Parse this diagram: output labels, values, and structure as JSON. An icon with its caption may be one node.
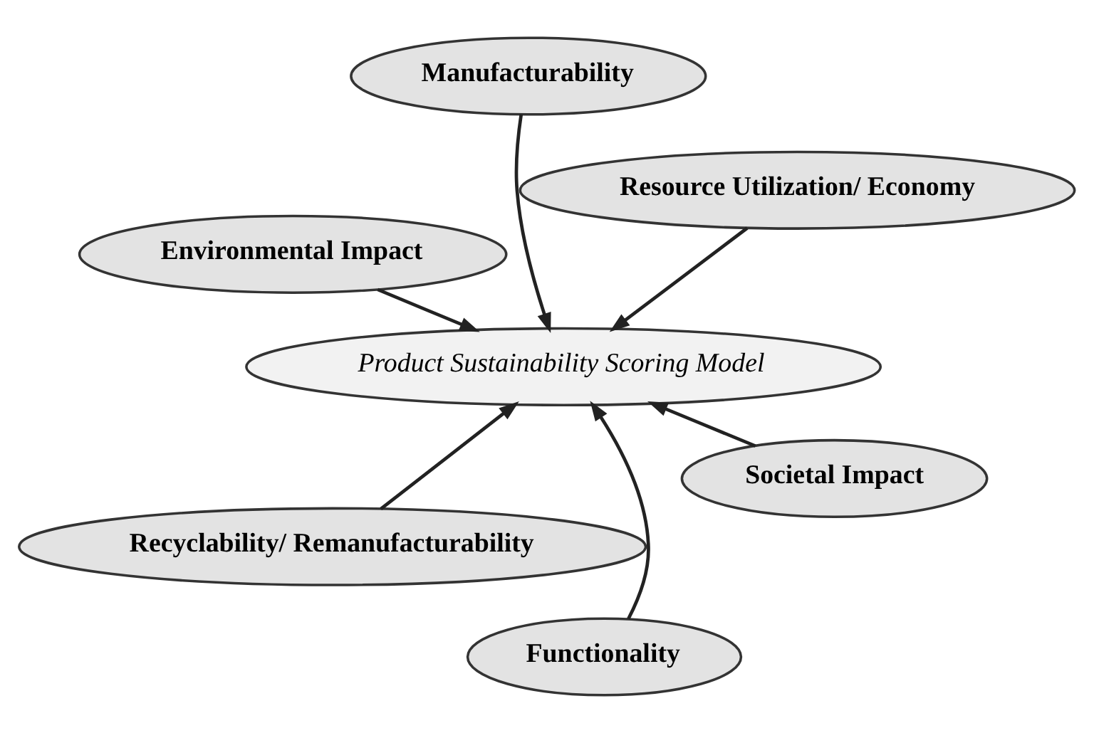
{
  "diagram": {
    "nodes": [
      {
        "text": [
          "Environmental Impact"
        ]
      },
      {
        "text": [
          "Societal Impact"
        ]
      },
      {
        "text": [
          "Functionality"
        ]
      },
      {
        "text": [
          "Product Sustainability Scoring Model"
        ]
      },
      {
        "text": [
          "Resource Utilization/ Economy"
        ]
      },
      {
        "text": [
          "Manufacturability"
        ]
      },
      {
        "text": [
          "Recyclability/ Remanufacturability"
        ]
      }
    ],
    "edges": [
      {
        "from": 0,
        "to": 3,
        "arrow": "to"
      },
      {
        "from": 1,
        "to": 3,
        "arrow": "to"
      },
      {
        "from": 2,
        "to": 3,
        "arrow": "to"
      },
      {
        "from": 4,
        "to": 3,
        "arrow": "to"
      },
      {
        "from": 5,
        "to": 3,
        "arrow": "to"
      },
      {
        "from": 6,
        "to": 3,
        "arrow": "to"
      }
    ]
  }
}
